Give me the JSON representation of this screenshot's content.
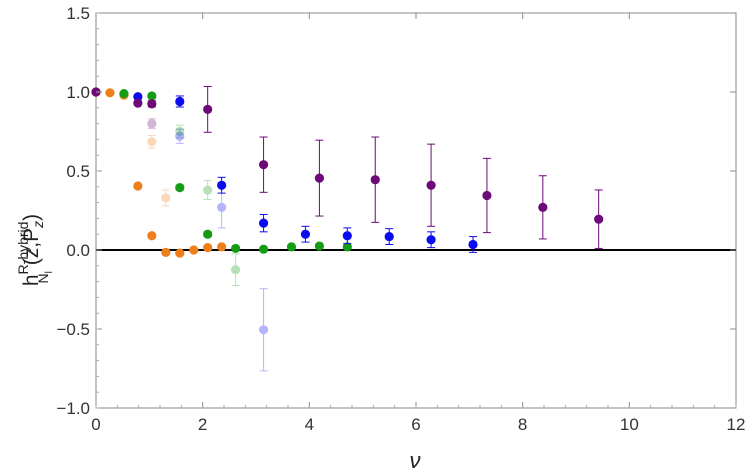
{
  "chart_data": {
    "type": "scatter",
    "title": "",
    "xlabel": "ν",
    "ylabel": {
      "main": "h",
      "superscript": "R-hybrid",
      "subscript_main": "N",
      "subscript_sub": "l",
      "args": "(z,P",
      "args_subscript": "z",
      "args_close": ")"
    },
    "xlim": [
      0,
      12
    ],
    "ylim": [
      -1.0,
      1.5
    ],
    "x_ticks": [
      "0",
      "2",
      "4",
      "6",
      "8",
      "10",
      "12"
    ],
    "y_ticks": [
      "1.5",
      "1.0",
      "0.5",
      "0.0",
      "−0.5",
      "−1.0"
    ],
    "x_tick_values": [
      0,
      2,
      4,
      6,
      8,
      10,
      12
    ],
    "y_tick_values": [
      1.5,
      1.0,
      0.5,
      0.0,
      -0.5,
      -1.0
    ],
    "grid": false,
    "reference_line": {
      "y": 0,
      "color": "#000000"
    },
    "series": [
      {
        "color": "#ef7f1a",
        "points": [
          {
            "x": 0.0,
            "y": 1.0,
            "err": 0.005,
            "opacity": 1
          },
          {
            "x": 0.262,
            "y": 0.995,
            "err": 0.005,
            "opacity": 1
          },
          {
            "x": 0.524,
            "y": 0.98,
            "err": 0.01,
            "opacity": 1
          },
          {
            "x": 0.785,
            "y": 0.405,
            "err": 0.01,
            "opacity": 1
          },
          {
            "x": 1.047,
            "y": 0.09,
            "err": 0.01,
            "opacity": 1
          },
          {
            "x": 1.309,
            "y": -0.015,
            "err": 0.01,
            "opacity": 1
          },
          {
            "x": 1.571,
            "y": -0.02,
            "err": 0.01,
            "opacity": 1
          },
          {
            "x": 1.833,
            "y": 0.0,
            "err": 0.01,
            "opacity": 1
          },
          {
            "x": 2.094,
            "y": 0.015,
            "err": 0.01,
            "opacity": 1
          },
          {
            "x": 2.356,
            "y": 0.02,
            "err": 0.01,
            "opacity": 1
          },
          {
            "x": 1.047,
            "y": 0.685,
            "err": 0.04,
            "opacity": 0.3
          },
          {
            "x": 1.309,
            "y": 0.33,
            "err": 0.05,
            "opacity": 0.3
          }
        ]
      },
      {
        "color": "#159c15",
        "points": [
          {
            "x": 0.524,
            "y": 0.99,
            "err": 0.01,
            "opacity": 1
          },
          {
            "x": 1.047,
            "y": 0.975,
            "err": 0.01,
            "opacity": 1
          },
          {
            "x": 1.571,
            "y": 0.395,
            "err": 0.015,
            "opacity": 1
          },
          {
            "x": 2.094,
            "y": 0.1,
            "err": 0.015,
            "opacity": 1
          },
          {
            "x": 2.618,
            "y": 0.01,
            "err": 0.01,
            "opacity": 1
          },
          {
            "x": 3.142,
            "y": 0.005,
            "err": 0.01,
            "opacity": 1
          },
          {
            "x": 3.665,
            "y": 0.02,
            "err": 0.01,
            "opacity": 1
          },
          {
            "x": 4.189,
            "y": 0.025,
            "err": 0.01,
            "opacity": 1
          },
          {
            "x": 4.712,
            "y": 0.02,
            "err": 0.01,
            "opacity": 1
          },
          {
            "x": 1.571,
            "y": 0.75,
            "err": 0.04,
            "opacity": 0.3
          },
          {
            "x": 2.094,
            "y": 0.38,
            "err": 0.06,
            "opacity": 0.3
          },
          {
            "x": 2.618,
            "y": -0.125,
            "err": 0.1,
            "opacity": 0.3
          }
        ]
      },
      {
        "color": "#0b0bf0",
        "points": [
          {
            "x": 0.785,
            "y": 0.97,
            "err": 0.01,
            "opacity": 1
          },
          {
            "x": 1.571,
            "y": 0.94,
            "err": 0.035,
            "opacity": 1
          },
          {
            "x": 2.356,
            "y": 0.41,
            "err": 0.05,
            "opacity": 1
          },
          {
            "x": 3.142,
            "y": 0.17,
            "err": 0.055,
            "opacity": 1
          },
          {
            "x": 3.927,
            "y": 0.1,
            "err": 0.05,
            "opacity": 1
          },
          {
            "x": 4.712,
            "y": 0.09,
            "err": 0.05,
            "opacity": 1
          },
          {
            "x": 5.498,
            "y": 0.085,
            "err": 0.05,
            "opacity": 1
          },
          {
            "x": 6.283,
            "y": 0.065,
            "err": 0.05,
            "opacity": 1
          },
          {
            "x": 7.069,
            "y": 0.035,
            "err": 0.05,
            "opacity": 1
          },
          {
            "x": 1.571,
            "y": 0.72,
            "err": 0.045,
            "opacity": 0.3
          },
          {
            "x": 2.356,
            "y": 0.27,
            "err": 0.13,
            "opacity": 0.3
          },
          {
            "x": 3.142,
            "y": -0.505,
            "err": 0.26,
            "opacity": 0.3
          }
        ]
      },
      {
        "color": "#6c0a78",
        "points": [
          {
            "x": 0.0,
            "y": 1.0,
            "err": 0.005,
            "opacity": 1
          },
          {
            "x": 0.785,
            "y": 0.93,
            "err": 0.01,
            "opacity": 1
          },
          {
            "x": 1.047,
            "y": 0.925,
            "err": 0.02,
            "opacity": 1
          },
          {
            "x": 2.094,
            "y": 0.89,
            "err": 0.145,
            "opacity": 1
          },
          {
            "x": 3.142,
            "y": 0.54,
            "err": 0.175,
            "opacity": 1
          },
          {
            "x": 4.189,
            "y": 0.455,
            "err": 0.24,
            "opacity": 1
          },
          {
            "x": 5.236,
            "y": 0.445,
            "err": 0.27,
            "opacity": 1
          },
          {
            "x": 6.283,
            "y": 0.41,
            "err": 0.26,
            "opacity": 1
          },
          {
            "x": 7.33,
            "y": 0.345,
            "err": 0.235,
            "opacity": 1
          },
          {
            "x": 8.378,
            "y": 0.27,
            "err": 0.2,
            "opacity": 1
          },
          {
            "x": 9.425,
            "y": 0.195,
            "err": 0.185,
            "opacity": 1
          },
          {
            "x": 1.047,
            "y": 0.8,
            "err": 0.03,
            "opacity": 0.3
          }
        ]
      }
    ]
  }
}
